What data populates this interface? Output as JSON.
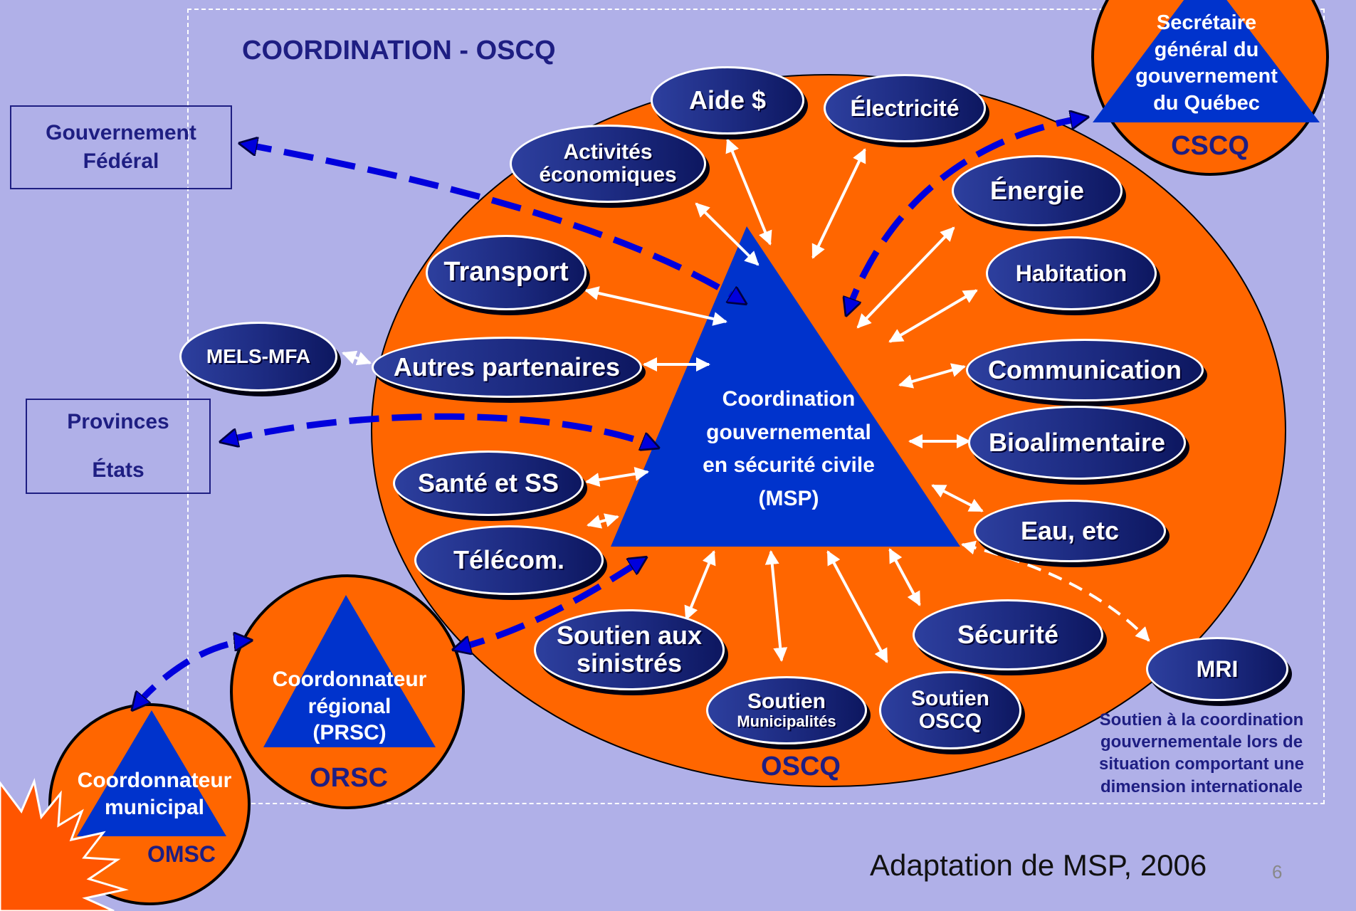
{
  "header": {
    "title": "COORDINATION - OSCQ"
  },
  "external": {
    "federal": [
      "Gouvernement",
      "Fédéral"
    ],
    "provinces": [
      "Provinces",
      "États"
    ],
    "mels": "MELS-MFA"
  },
  "center": {
    "lines": [
      "Coordination",
      "gouvernemental",
      "en sécurité civile",
      "(MSP)"
    ],
    "circle_label": "OSCQ"
  },
  "missions": {
    "aide": "Aide $",
    "electricite": "Électricité",
    "activites": [
      "Activités",
      "économiques"
    ],
    "energie": "Énergie",
    "transport": "Transport",
    "habitation": "Habitation",
    "autres": "Autres partenaires",
    "communication": "Communication",
    "bioalimentaire": "Bioalimentaire",
    "sante": "Santé et SS",
    "eau": "Eau, etc",
    "telecom": "Télécom.",
    "securite": "Sécurité",
    "soutien_sinistres": [
      "Soutien aux",
      "sinistrés"
    ],
    "soutien_municipalites": [
      "Soutien",
      "Municipalités"
    ],
    "soutien_oscq": [
      "Soutien",
      "OSCQ"
    ]
  },
  "cscq": {
    "lines": [
      "Secrétaire",
      "général du",
      "gouvernement",
      "du Québec"
    ],
    "label": "CSCQ"
  },
  "orsc": {
    "lines": [
      "Coordonnateur",
      "régional",
      "(PRSC)"
    ],
    "label": "ORSC"
  },
  "omsc": {
    "lines": [
      "Coordonnateur",
      "municipal"
    ],
    "label": "OMSC"
  },
  "mri": {
    "label": "MRI",
    "note": "Soutien à la coordination gouvernementale lors de situation comportant une dimension internationale"
  },
  "footer": {
    "source": "Adaptation de  MSP, 2006",
    "page": "6"
  },
  "colors": {
    "background": "#b0b0e8",
    "orange": "#ff6600",
    "triangle": "#0033cc",
    "navy": "#1e1e82"
  }
}
